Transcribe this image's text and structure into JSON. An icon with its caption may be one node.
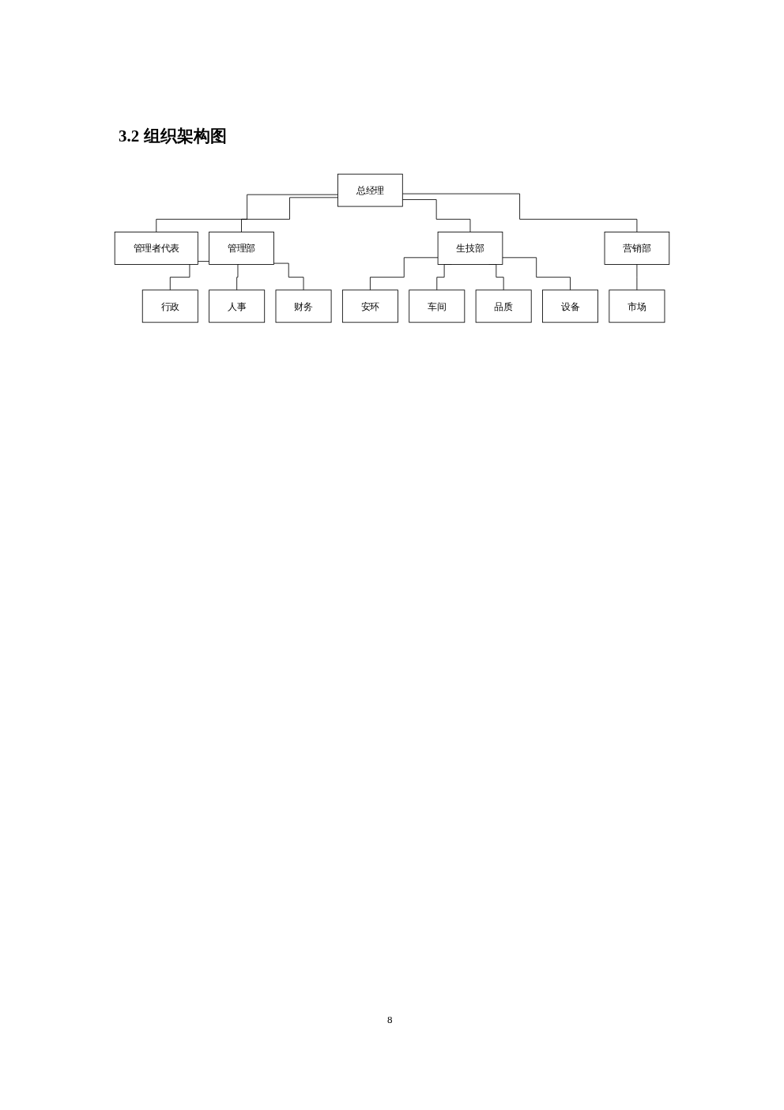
{
  "diagram": {
    "title": "3.2 组织架构图",
    "nodes": [
      {
        "text": [
          "总经理"
        ]
      },
      {
        "text": [
          "管理者代表"
        ]
      },
      {
        "text": [
          "管理部"
        ]
      },
      {
        "text": [
          "生技部"
        ]
      },
      {
        "text": [
          "营销部"
        ]
      },
      {
        "text": [
          "行政"
        ]
      },
      {
        "text": [
          "人事"
        ]
      },
      {
        "text": [
          "财务"
        ]
      },
      {
        "text": [
          "安环"
        ]
      },
      {
        "text": [
          "车间"
        ]
      },
      {
        "text": [
          "品质"
        ]
      },
      {
        "text": [
          "设备"
        ]
      },
      {
        "text": [
          "市场"
        ]
      }
    ],
    "edges": [
      {
        "from": 0,
        "to": 1,
        "arrow": "none"
      },
      {
        "from": 0,
        "to": 2,
        "arrow": "none"
      },
      {
        "from": 0,
        "to": 3,
        "arrow": "none"
      },
      {
        "from": 0,
        "to": 4,
        "arrow": "none"
      },
      {
        "from": 2,
        "to": 5,
        "arrow": "none"
      },
      {
        "from": 2,
        "to": 6,
        "arrow": "none"
      },
      {
        "from": 2,
        "to": 7,
        "arrow": "none"
      },
      {
        "from": 3,
        "to": 8,
        "arrow": "none"
      },
      {
        "from": 3,
        "to": 9,
        "arrow": "none"
      },
      {
        "from": 3,
        "to": 10,
        "arrow": "none"
      },
      {
        "from": 3,
        "to": 11,
        "arrow": "none"
      },
      {
        "from": 4,
        "to": 12,
        "arrow": "none"
      }
    ],
    "labels": [
      "8"
    ]
  }
}
